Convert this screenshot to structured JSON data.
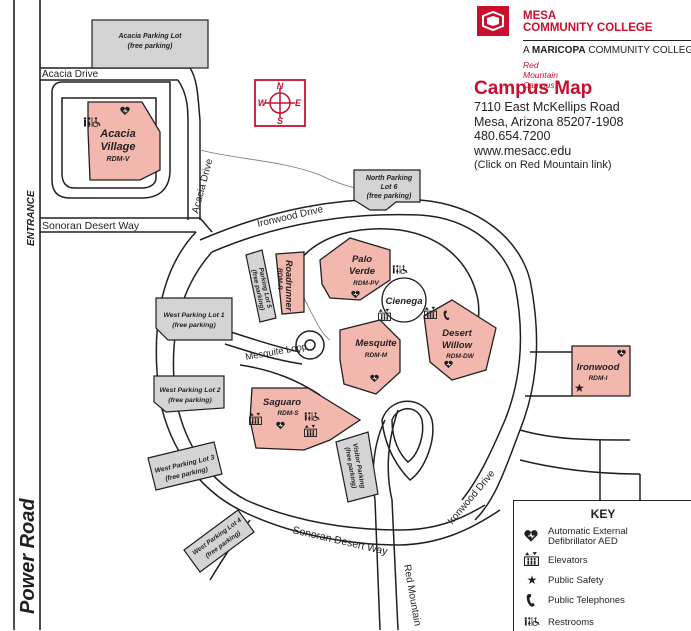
{
  "header": {
    "college_line1": "MESA",
    "college_line2": "COMMUNITY COLLEGE",
    "tagline_prefix": "A ",
    "tagline_brand": "MARICOPA",
    "tagline_suffix": " COMMUNITY COLLEGE",
    "campus": "Red Mountain Campus",
    "title": "Campus Map",
    "address_lines": [
      "7110 East McKellips Road",
      "Mesa, Arizona  85207-1908",
      "480.654.7200",
      "www.mesacc.edu"
    ],
    "note": "(Click on Red Mountain link)"
  },
  "compass": {
    "n": "N",
    "s": "S",
    "e": "E",
    "w": "W"
  },
  "roads": {
    "power": "Power Road",
    "entrance": "ENTRANCE",
    "acacia": "Acacia Drive",
    "acacia_vertical": "Acacia Drive",
    "sonoran_top": "Sonoran Desert Way",
    "sonoran_bottom": "Sonoran Desert Way",
    "ironwood_top": "Ironwood Drive",
    "ironwood_right": "Ironwood Drive",
    "mesquite_loop": "Mesquite Loop",
    "red_mountain": "Red Mountain"
  },
  "lots": {
    "acacia": {
      "name": "Acacia Parking Lot",
      "sub": "(free parking)"
    },
    "north6": {
      "name1": "North Parking",
      "name2": "Lot 6",
      "sub": "(free parking)"
    },
    "lot5": {
      "name": "Parking Lot 5",
      "sub": "(free parking)"
    },
    "west1": {
      "name": "West Parking Lot 1",
      "sub": "(free parking)"
    },
    "west2": {
      "name": "West Parking Lot 2",
      "sub": "(free parking)"
    },
    "west3": {
      "name": "West Parking Lot 3",
      "sub": "(free parking)"
    },
    "west4": {
      "name": "West Parking Lot 4",
      "sub": "(free parking)"
    },
    "visitor": {
      "name": "Visitor Parking",
      "sub": "(free parking)"
    }
  },
  "buildings": {
    "acacia": {
      "name1": "Acacia",
      "name2": "Village",
      "code": "RDM-V"
    },
    "roadrunner": {
      "name": "Roadrunner",
      "code": "RDM-R"
    },
    "palo_verde": {
      "name1": "Palo",
      "name2": "Verde",
      "code": "RDM-PV"
    },
    "cienega": {
      "name": "Cienega"
    },
    "mesquite": {
      "name": "Mesquite",
      "code": "RDM-M"
    },
    "desert_willow": {
      "name1": "Desert",
      "name2": "Willow",
      "code": "RDM-DW"
    },
    "ironwood": {
      "name": "Ironwood",
      "code": "RDM-I"
    },
    "saguaro": {
      "name": "Saguaro",
      "code": "RDM-S"
    }
  },
  "key": {
    "title": "KEY",
    "items": [
      {
        "icon": "aed-heart-icon",
        "label1": "Automatic External",
        "label2": "Defibrillator  AED"
      },
      {
        "icon": "elevator-icon",
        "label1": "Elevators"
      },
      {
        "icon": "star-icon",
        "label1": "Public Safety"
      },
      {
        "icon": "telephone-icon",
        "label1": "Public Telephones"
      },
      {
        "icon": "restroom-icon",
        "label1": "Restrooms"
      }
    ]
  },
  "colors": {
    "building": "#f2b8ae",
    "lot": "#d4d4d4",
    "brand": "#c8102e",
    "road": "#231f20"
  }
}
